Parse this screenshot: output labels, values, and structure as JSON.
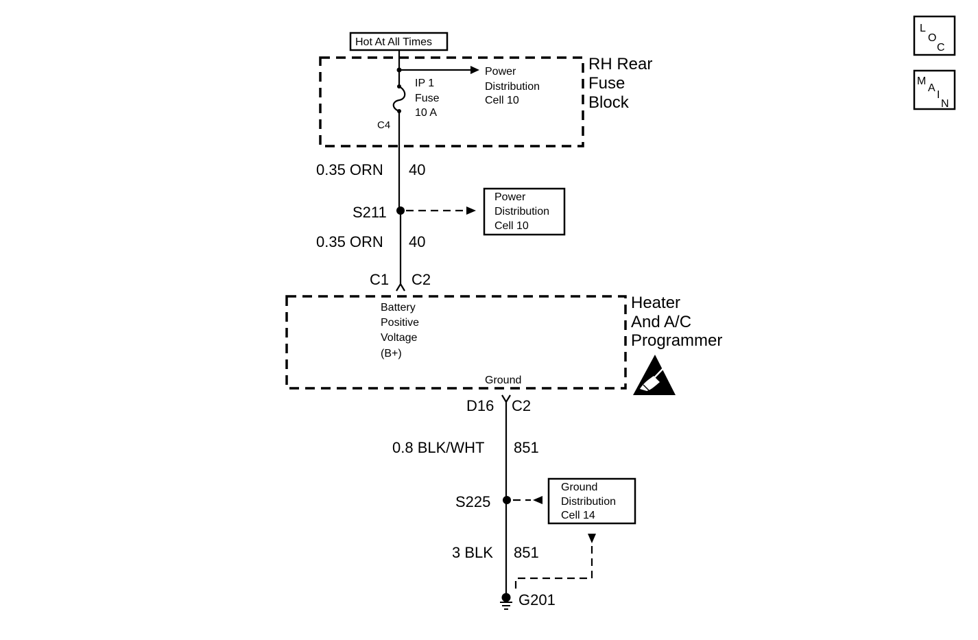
{
  "power_source": {
    "label": "Hot At All Times"
  },
  "fuse_block": {
    "name_lines": [
      "RH Rear",
      "Fuse",
      "Block"
    ],
    "fuse_lines": [
      "IP 1",
      "Fuse",
      "10 A"
    ],
    "connector": "C4",
    "ref_lines": [
      "Power",
      "Distribution",
      "Cell 10"
    ]
  },
  "wire_upper": {
    "size_color": "0.35 ORN",
    "circuit": "40"
  },
  "splice_s211": {
    "label": "S211",
    "ref_lines": [
      "Power",
      "Distribution",
      "Cell 10"
    ]
  },
  "wire_mid": {
    "size_color": "0.35 ORN",
    "circuit": "40"
  },
  "programmer_connector_top": {
    "pin": "C1",
    "connector": "C2"
  },
  "programmer": {
    "name_lines": [
      "Heater",
      "And A/C",
      "Programmer"
    ],
    "input_lines": [
      "Battery",
      "Positive",
      "Voltage",
      "(B+)"
    ],
    "ground_label": "Ground",
    "esd_icon": "esd-warning-icon"
  },
  "programmer_connector_bottom": {
    "pin": "D16",
    "connector": "C2"
  },
  "wire_ground_upper": {
    "size_color": "0.8 BLK/WHT",
    "circuit": "851"
  },
  "splice_s225": {
    "label": "S225",
    "ref_lines": [
      "Ground",
      "Distribution",
      "Cell 14"
    ]
  },
  "wire_ground_lower": {
    "size_color": "3 BLK",
    "circuit": "851"
  },
  "ground_point": {
    "label": "G201",
    "icon": "ground-icon"
  },
  "nav": {
    "loc": {
      "letters": [
        "L",
        "O",
        "C"
      ],
      "icon": "loc-icon"
    },
    "main": {
      "letters": [
        "M",
        "A",
        "I",
        "N"
      ],
      "icon": "main-icon"
    }
  }
}
